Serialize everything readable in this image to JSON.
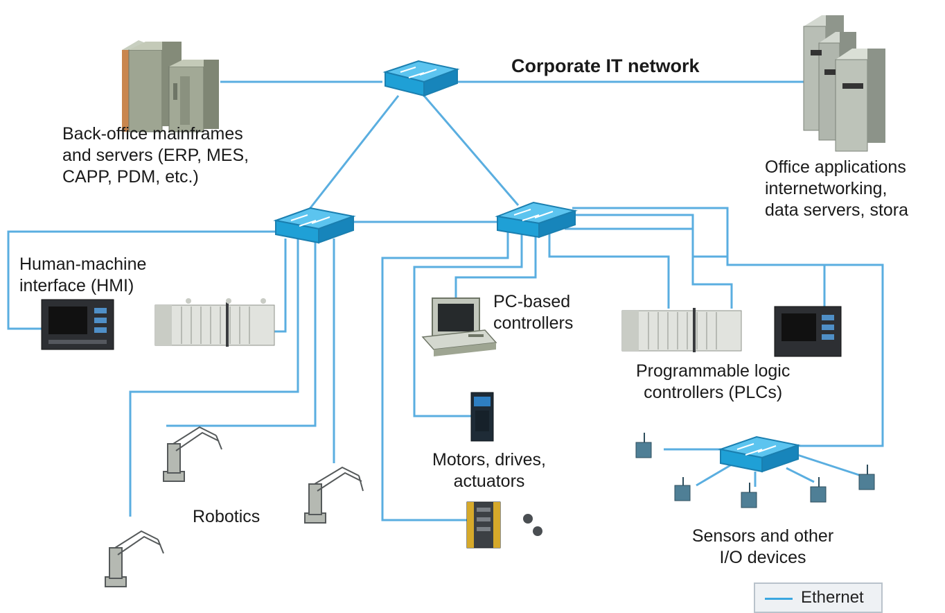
{
  "diagram": {
    "title": "Corporate IT network",
    "labels": {
      "back_office": [
        "Back-office mainframes",
        "and servers (ERP, MES,",
        "CAPP, PDM, etc.)"
      ],
      "office_apps": [
        "Office applications",
        "internetworking,",
        "data servers, stora"
      ],
      "hmi": [
        "Human-machine",
        "interface (HMI)"
      ],
      "pc_controllers": [
        "PC-based",
        "controllers"
      ],
      "plc": [
        "Programmable logic",
        "controllers (PLCs)"
      ],
      "motors": [
        "Motors, drives,",
        "actuators"
      ],
      "robotics": "Robotics",
      "sensors": [
        "Sensors and other",
        "I/O devices"
      ]
    },
    "legend": {
      "label": "Ethernet",
      "color": "#3ba7e0"
    },
    "colors": {
      "switch": "#1fa0d6",
      "switch_top": "#5cc4ef",
      "cable": "#5aaee0"
    }
  }
}
